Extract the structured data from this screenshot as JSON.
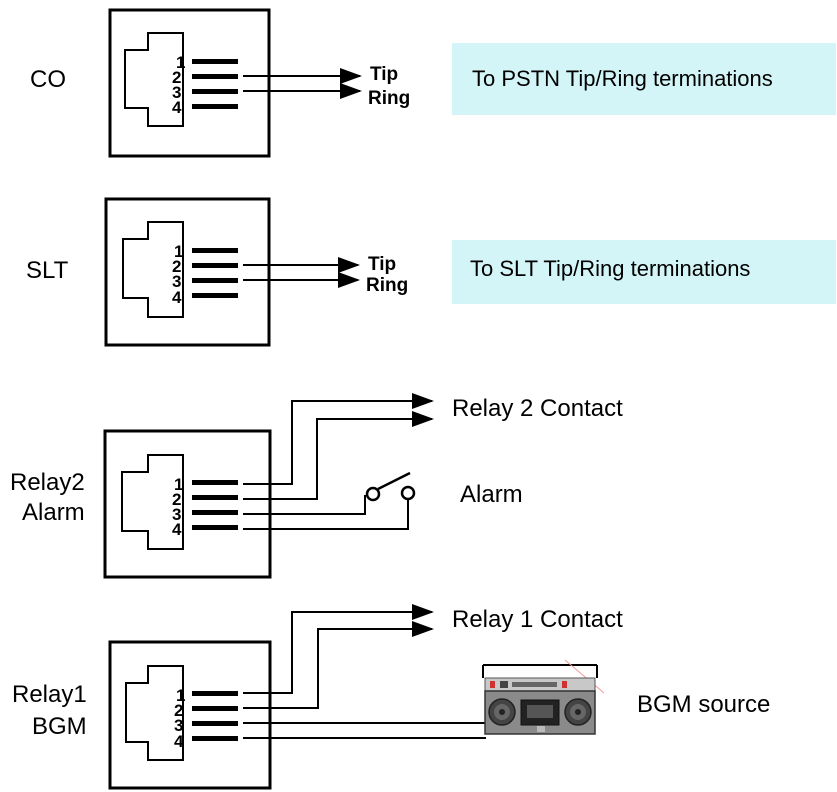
{
  "colors": {
    "line": "#000000",
    "note_box": "#d4f5f8",
    "radio_body": "#8a8a8a"
  },
  "pin_numbers": [
    "1",
    "2",
    "3",
    "4"
  ],
  "co": {
    "label": "CO",
    "tip": "Tip",
    "ring": "Ring",
    "note": "To PSTN Tip/Ring terminations"
  },
  "slt": {
    "label": "SLT",
    "tip": "Tip",
    "ring": "Ring",
    "note": "To SLT Tip/Ring terminations"
  },
  "relay2": {
    "label_line1": "Relay2",
    "label_line2": "Alarm",
    "contact": "Relay 2 Contact",
    "device": "Alarm",
    "device_icon": "switch-icon"
  },
  "relay1": {
    "label_line1": "Relay1",
    "label_line2": "BGM",
    "contact": "Relay 1 Contact",
    "device": "BGM source",
    "device_icon": "boombox-icon"
  }
}
